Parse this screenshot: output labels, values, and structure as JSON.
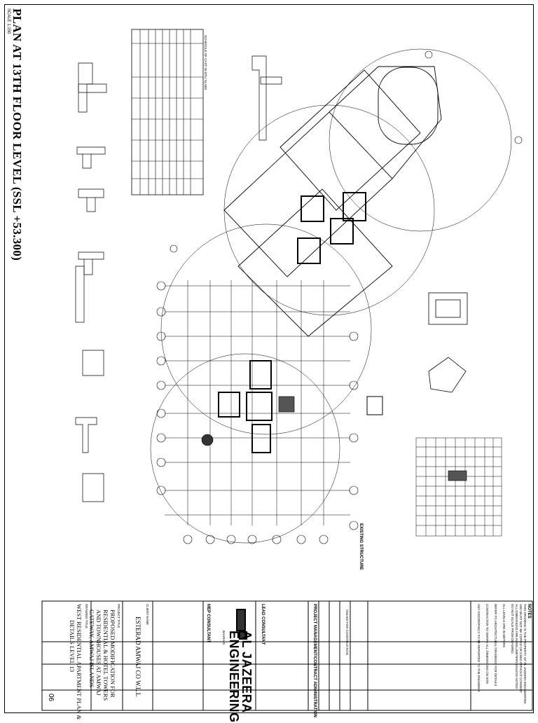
{
  "drawing": {
    "title": "PLAN AT 13TH FLOOR LEVEL (SSL +53.300)",
    "scale": "SCALE 1:150",
    "existing_label": "EXISTING STRUCTURE"
  },
  "schedule": {
    "title": "SCHEDULE OF CAST IN-SITU SLABS"
  },
  "titleblock": {
    "notes_heading": "NOTES",
    "notes": [
      "THIS DRAWING IS THE PROPERTY OF AL JAZEERA ENGINEERING",
      "AND MUST NOT BE COPIED OR USED WITHOUT CONSENT",
      "ALL DIMENSIONS ARE IN MILLIMETERS UNLESS NOTED",
      "DO NOT SCALE FROM DRAWING",
      "ALL LEVELS ARE IN METERS",
      "REFER TO ARCHITECTURAL DRAWINGS FOR DETAILS",
      "CONTRACTOR TO VERIFY ALL DIMENSIONS ON SITE",
      "ANY DISCREPANCY TO BE REPORTED TO THE ENGINEER"
    ],
    "revision_row": "ISSUED FOR CONSTRUCTION",
    "project_management_label": "PROJECT MANAGEMENT/CONTRACT ADMINISTRATION",
    "lead_consultant_label": "LEAD CONSULTANT",
    "company_line1": "AL JAZEERA",
    "company_line2": "ENGINEERING",
    "company_detail": "BAHRAIN",
    "mep_label": "MEP CONSULTANT",
    "client_label": "CLIENT NAME",
    "client_name": "ESTERAD AMWAJ CO W.L.L",
    "project_label": "PROJECT TITLE",
    "project_title": [
      "PROPOSED MODIFICATION FOR",
      "RESIDENTIAL & HOTEL TOWERS",
      "AND TOWNHOUSES AT AMWAJ",
      "GATEWAY, AMWAJ ISLANDS"
    ],
    "drawing_label": "DRAWING TITLE",
    "drawing_title": [
      "WEST RESIDENTIAL APARTMENT PLAN &",
      "DETAILS LEVEL 13"
    ],
    "sheet_no": "06"
  },
  "colors": {
    "ink": "#000000",
    "paper": "#ffffff",
    "fill": "#555555"
  }
}
